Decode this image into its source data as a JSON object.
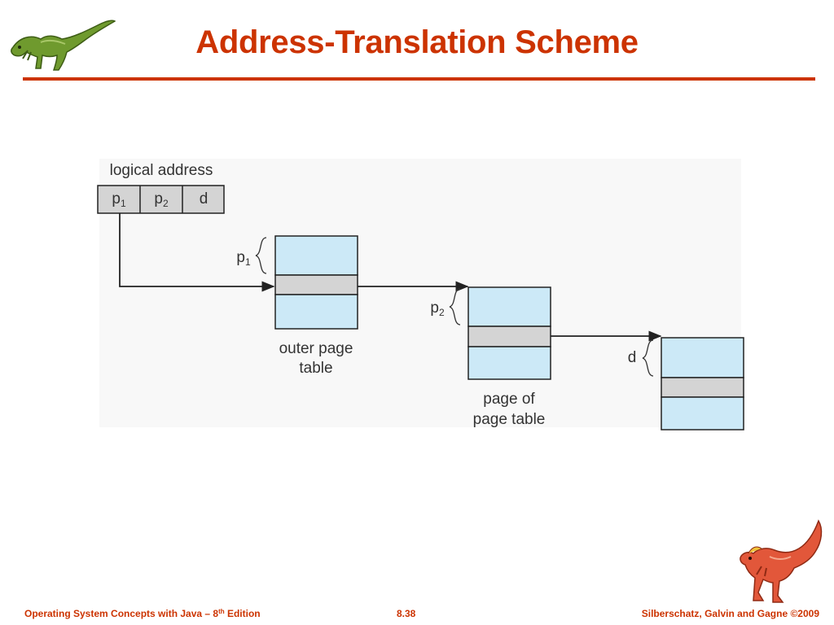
{
  "slide": {
    "title": "Address-Translation Scheme"
  },
  "diagram": {
    "logical_address_label": "logical address",
    "fields": [
      {
        "base": "p",
        "sub": "1"
      },
      {
        "base": "p",
        "sub": "2"
      },
      {
        "base": "d",
        "sub": ""
      }
    ],
    "index_labels": {
      "p1": {
        "base": "p",
        "sub": "1"
      },
      "p2": {
        "base": "p",
        "sub": "2"
      },
      "d": {
        "base": "d",
        "sub": ""
      }
    },
    "outer_table_label": [
      "outer page",
      "table"
    ],
    "page_table_label": [
      "page of",
      "page table"
    ],
    "colors": {
      "table_fill": "#cce9f7",
      "selected_entry": "#d4d4d4",
      "outline": "#222222",
      "address_fill": "#d4d4d4"
    }
  },
  "footer": {
    "left_prefix": "Operating System Concepts  with Java – 8",
    "left_sup": "th",
    "left_suffix": " Edition",
    "page_number": "8.38",
    "right": "Silberschatz, Galvin and Gagne ©2009"
  },
  "colors": {
    "accent": "#cc3300"
  }
}
